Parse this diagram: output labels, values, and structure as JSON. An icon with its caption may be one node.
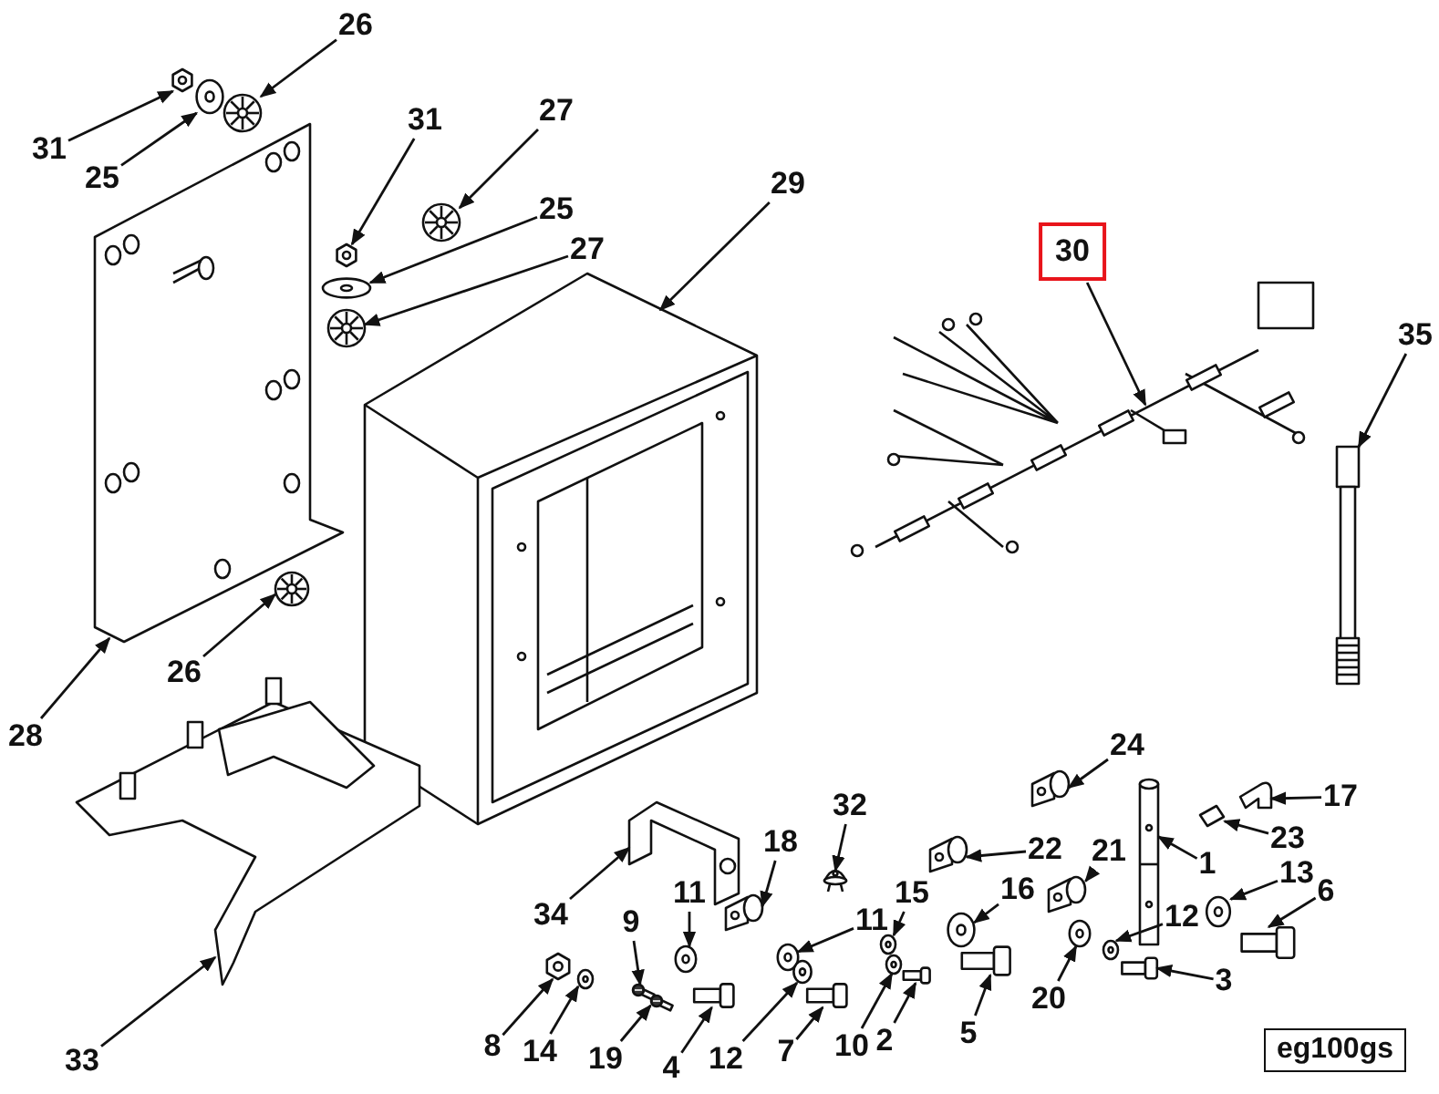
{
  "diagram": {
    "nodes": [
      {
        "text": [
          "26"
        ]
      },
      {
        "text": [
          "31"
        ]
      },
      {
        "text": [
          "25"
        ]
      },
      {
        "text": [
          "31"
        ]
      },
      {
        "text": [
          "27"
        ]
      },
      {
        "text": [
          "25"
        ]
      },
      {
        "text": [
          "27"
        ]
      },
      {
        "text": [
          "29"
        ]
      },
      {
        "text": [
          "30"
        ]
      },
      {
        "text": [
          "35"
        ]
      },
      {
        "text": [
          "28"
        ]
      },
      {
        "text": [
          "26"
        ]
      },
      {
        "text": [
          "24"
        ]
      },
      {
        "text": [
          "17"
        ]
      },
      {
        "text": [
          "32"
        ]
      },
      {
        "text": [
          "18"
        ]
      },
      {
        "text": [
          "22"
        ]
      },
      {
        "text": [
          "23"
        ]
      },
      {
        "text": [
          "1"
        ]
      },
      {
        "text": [
          "21"
        ]
      },
      {
        "text": [
          "13"
        ]
      },
      {
        "text": [
          "6"
        ]
      },
      {
        "text": [
          "11"
        ]
      },
      {
        "text": [
          "15"
        ]
      },
      {
        "text": [
          "16"
        ]
      },
      {
        "text": [
          "34"
        ]
      },
      {
        "text": [
          "11"
        ]
      },
      {
        "text": [
          "9"
        ]
      },
      {
        "text": [
          "12"
        ]
      },
      {
        "text": [
          "20"
        ]
      },
      {
        "text": [
          "3"
        ]
      },
      {
        "text": [
          "5"
        ]
      },
      {
        "text": [
          "8"
        ]
      },
      {
        "text": [
          "14"
        ]
      },
      {
        "text": [
          "19"
        ]
      },
      {
        "text": [
          "4"
        ]
      },
      {
        "text": [
          "12"
        ]
      },
      {
        "text": [
          "7"
        ]
      },
      {
        "text": [
          "10"
        ]
      },
      {
        "text": [
          "2"
        ]
      },
      {
        "text": [
          "33"
        ]
      },
      {
        "text": [],
        "shape": "picture"
      },
      {
        "text": [],
        "shape": "picture"
      },
      {
        "text": [],
        "shape": "picture"
      },
      {
        "text": [],
        "shape": "picture"
      },
      {
        "text": [],
        "shape": "picture"
      },
      {
        "text": [],
        "shape": "picture"
      },
      {
        "text": [],
        "shape": "picture"
      },
      {
        "text": [],
        "shape": "picture"
      },
      {
        "text": [],
        "shape": "picture"
      },
      {
        "text": [],
        "shape": "picture"
      },
      {
        "text": [],
        "shape": "picture"
      },
      {
        "text": [],
        "shape": "picture"
      },
      {
        "text": [],
        "shape": "picture"
      },
      {
        "text": [],
        "shape": "picture"
      },
      {
        "text": [],
        "shape": "picture"
      },
      {
        "text": [],
        "shape": "picture"
      },
      {
        "text": [],
        "shape": "picture"
      },
      {
        "text": [],
        "shape": "picture"
      },
      {
        "text": [],
        "shape": "picture"
      },
      {
        "text": [],
        "shape": "picture"
      },
      {
        "text": [],
        "shape": "picture"
      },
      {
        "text": [],
        "shape": "picture"
      },
      {
        "text": [],
        "shape": "picture"
      },
      {
        "text": [],
        "shape": "picture"
      },
      {
        "text": [],
        "shape": "picture"
      },
      {
        "text": [],
        "shape": "picture"
      },
      {
        "text": [],
        "shape": "picture"
      },
      {
        "text": [],
        "shape": "picture"
      },
      {
        "text": [],
        "shape": "picture"
      },
      {
        "text": [],
        "shape": "picture"
      },
      {
        "text": [],
        "shape": "picture"
      },
      {
        "text": [],
        "shape": "picture"
      },
      {
        "text": [],
        "shape": "picture"
      },
      {
        "text": [],
        "shape": "picture"
      },
      {
        "text": [],
        "shape": "picture"
      },
      {
        "text": [],
        "shape": "picture"
      },
      {
        "text": [],
        "shape": "picture"
      },
      {
        "text": [],
        "shape": "picture"
      },
      {
        "text": [],
        "shape": "picture"
      },
      {
        "text": [],
        "shape": "picture"
      },
      {
        "text": [],
        "shape": "picture"
      }
    ],
    "edges": [
      {
        "from": 0,
        "to": 41,
        "arrow": "to"
      },
      {
        "from": 1,
        "to": 42,
        "arrow": "to"
      },
      {
        "from": 2,
        "to": 43,
        "arrow": "to"
      },
      {
        "from": 3,
        "to": 44,
        "arrow": "to"
      },
      {
        "from": 4,
        "to": 45,
        "arrow": "to"
      },
      {
        "from": 5,
        "to": 46,
        "arrow": "to"
      },
      {
        "from": 6,
        "to": 47,
        "arrow": "to"
      },
      {
        "from": 7,
        "to": 48,
        "arrow": "to"
      },
      {
        "from": 8,
        "to": 49,
        "arrow": "to"
      },
      {
        "from": 9,
        "to": 50,
        "arrow": "to"
      },
      {
        "from": 10,
        "to": 51,
        "arrow": "to"
      },
      {
        "from": 11,
        "to": 52,
        "arrow": "to"
      },
      {
        "from": 12,
        "to": 53,
        "arrow": "to"
      },
      {
        "from": 13,
        "to": 54,
        "arrow": "to"
      },
      {
        "from": 14,
        "to": 55,
        "arrow": "to"
      },
      {
        "from": 15,
        "to": 56,
        "arrow": "to"
      },
      {
        "from": 16,
        "to": 57,
        "arrow": "to"
      },
      {
        "from": 17,
        "to": 58,
        "arrow": "to"
      },
      {
        "from": 18,
        "to": 59,
        "arrow": "to"
      },
      {
        "from": 19,
        "to": 60,
        "arrow": "to"
      },
      {
        "from": 20,
        "to": 61,
        "arrow": "to"
      },
      {
        "from": 21,
        "to": 62,
        "arrow": "to"
      },
      {
        "from": 22,
        "to": 63,
        "arrow": "to"
      },
      {
        "from": 23,
        "to": 64,
        "arrow": "to"
      },
      {
        "from": 24,
        "to": 65,
        "arrow": "to"
      },
      {
        "from": 25,
        "to": 66,
        "arrow": "to"
      },
      {
        "from": 26,
        "to": 67,
        "arrow": "to"
      },
      {
        "from": 27,
        "to": 68,
        "arrow": "to"
      },
      {
        "from": 28,
        "to": 69,
        "arrow": "to"
      },
      {
        "from": 29,
        "to": 70,
        "arrow": "to"
      },
      {
        "from": 30,
        "to": 71,
        "arrow": "to"
      },
      {
        "from": 31,
        "to": 72,
        "arrow": "to"
      },
      {
        "from": 32,
        "to": 73,
        "arrow": "to"
      },
      {
        "from": 33,
        "to": 74,
        "arrow": "to"
      },
      {
        "from": 34,
        "to": 75,
        "arrow": "to"
      },
      {
        "from": 35,
        "to": 76,
        "arrow": "to"
      },
      {
        "from": 36,
        "to": 77,
        "arrow": "to"
      },
      {
        "from": 37,
        "to": 78,
        "arrow": "to"
      },
      {
        "from": 38,
        "to": 79,
        "arrow": "to"
      },
      {
        "from": 39,
        "to": 80,
        "arrow": "to"
      },
      {
        "from": 40,
        "to": 81,
        "arrow": "to"
      }
    ],
    "labels": [
      "eg100gs"
    ]
  }
}
